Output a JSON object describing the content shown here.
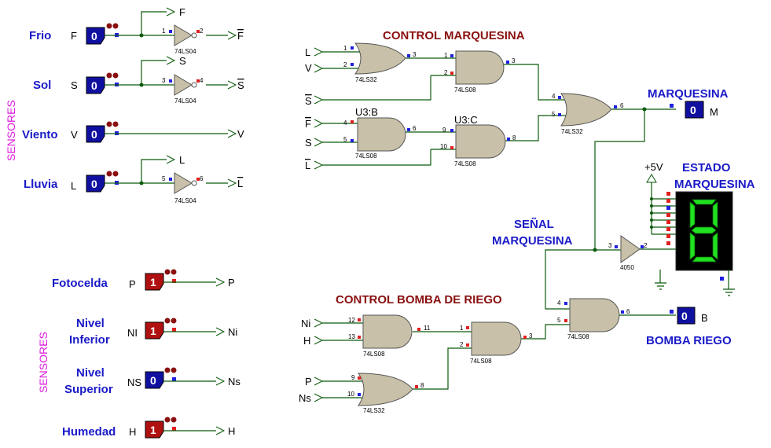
{
  "sensors_top": {
    "group_label": "SENSORES",
    "items": [
      {
        "name": "Frio",
        "var": "F",
        "state": "0",
        "out_true": "F",
        "out_inv": "F",
        "chip": "74LS04",
        "pin_in": "1",
        "pin_out": "2"
      },
      {
        "name": "Sol",
        "var": "S",
        "state": "0",
        "out_true": "S",
        "out_inv": "S",
        "chip": "74LS04",
        "pin_in": "3",
        "pin_out": "4"
      },
      {
        "name": "Viento",
        "var": "V",
        "state": "0",
        "out_true": "V"
      },
      {
        "name": "Lluvia",
        "var": "L",
        "state": "0",
        "out_true": "L",
        "out_inv": "L",
        "chip": "74LS04",
        "pin_in": "5",
        "pin_out": "6"
      }
    ]
  },
  "sensors_bottom": {
    "group_label": "SENSORES",
    "items": [
      {
        "name": "Fotocelda",
        "var": "P",
        "state": "1",
        "out": "P"
      },
      {
        "name_line1": "Nivel",
        "name_line2": "Inferior",
        "var": "NI",
        "state": "1",
        "out": "Ni"
      },
      {
        "name_line1": "Nivel",
        "name_line2": "Superior",
        "var": "NS",
        "state": "0",
        "out": "Ns"
      },
      {
        "name": "Humedad",
        "var": "H",
        "state": "1",
        "out": "H"
      }
    ]
  },
  "control_marquesina": {
    "title": "CONTROL MARQUESINA",
    "inputs": {
      "l": "L",
      "v": "V",
      "s_bar": "S",
      "f_bar": "F",
      "s": "S",
      "l_bar": "L"
    },
    "gate_or1": {
      "chip": "74LS32",
      "pins": [
        "1",
        "2",
        "3"
      ]
    },
    "gate_and1": {
      "chip": "74LS08",
      "pins": [
        "1",
        "2",
        "3"
      ]
    },
    "gate_and2": {
      "label": "U3:B",
      "chip": "74LS08",
      "pins": [
        "4",
        "5",
        "6"
      ]
    },
    "gate_and3": {
      "label": "U3:C",
      "chip": "74LS08",
      "pins": [
        "9",
        "10",
        "8"
      ]
    },
    "gate_or2": {
      "chip": "74LS32",
      "pins": [
        "4",
        "5",
        "6"
      ]
    },
    "output_title": "MARQUESINA",
    "output_state": "0",
    "output_var": "M"
  },
  "senal": {
    "line1": "SEÑAL",
    "line2": "MARQUESINA",
    "buffer_chip": "4050",
    "pin_in": "3",
    "pin_out": "2"
  },
  "estado": {
    "line1": "ESTADO",
    "line2": "MARQUESINA",
    "vcc": "+5V",
    "digit_color": "#20e020"
  },
  "control_bomba": {
    "title": "CONTROL BOMBA DE RIEGO",
    "inputs": {
      "ni": "Ni",
      "h": "H",
      "p": "P",
      "ns": "Ns"
    },
    "gate_and1": {
      "chip": "74LS08",
      "pins": [
        "12",
        "13",
        "11"
      ]
    },
    "gate_and2": {
      "chip": "74LS08",
      "pins": [
        "1",
        "2",
        "3"
      ]
    },
    "gate_or1": {
      "chip": "74LS32",
      "pins": [
        "9",
        "10",
        "8"
      ]
    },
    "gate_and3": {
      "chip": "74LS08",
      "pins": [
        "4",
        "5",
        "6"
      ]
    },
    "output_title": "BOMBA RIEGO",
    "output_state": "0",
    "output_var": "B"
  },
  "colors": {
    "wire": "#0a5a0a",
    "logic0": "#1010a0",
    "logic1": "#b01010",
    "gate": "#c8c0a8",
    "title_blue": "#1a1ac8",
    "title_red": "#8a1010",
    "magenta": "#e020e0"
  }
}
